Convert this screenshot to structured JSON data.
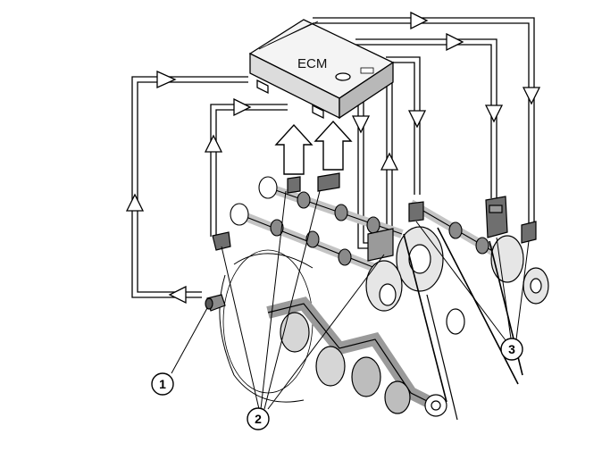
{
  "diagram": {
    "ecm_label": "ECM",
    "callouts": [
      {
        "id": "callout-1",
        "label": "1"
      },
      {
        "id": "callout-2",
        "label": "2"
      },
      {
        "id": "callout-3",
        "label": "3"
      }
    ]
  },
  "colors": {
    "line": "#000000",
    "part_fill": "#ffffff",
    "shade": "#c8c8c8",
    "dark_shade": "#7a7a7a"
  }
}
